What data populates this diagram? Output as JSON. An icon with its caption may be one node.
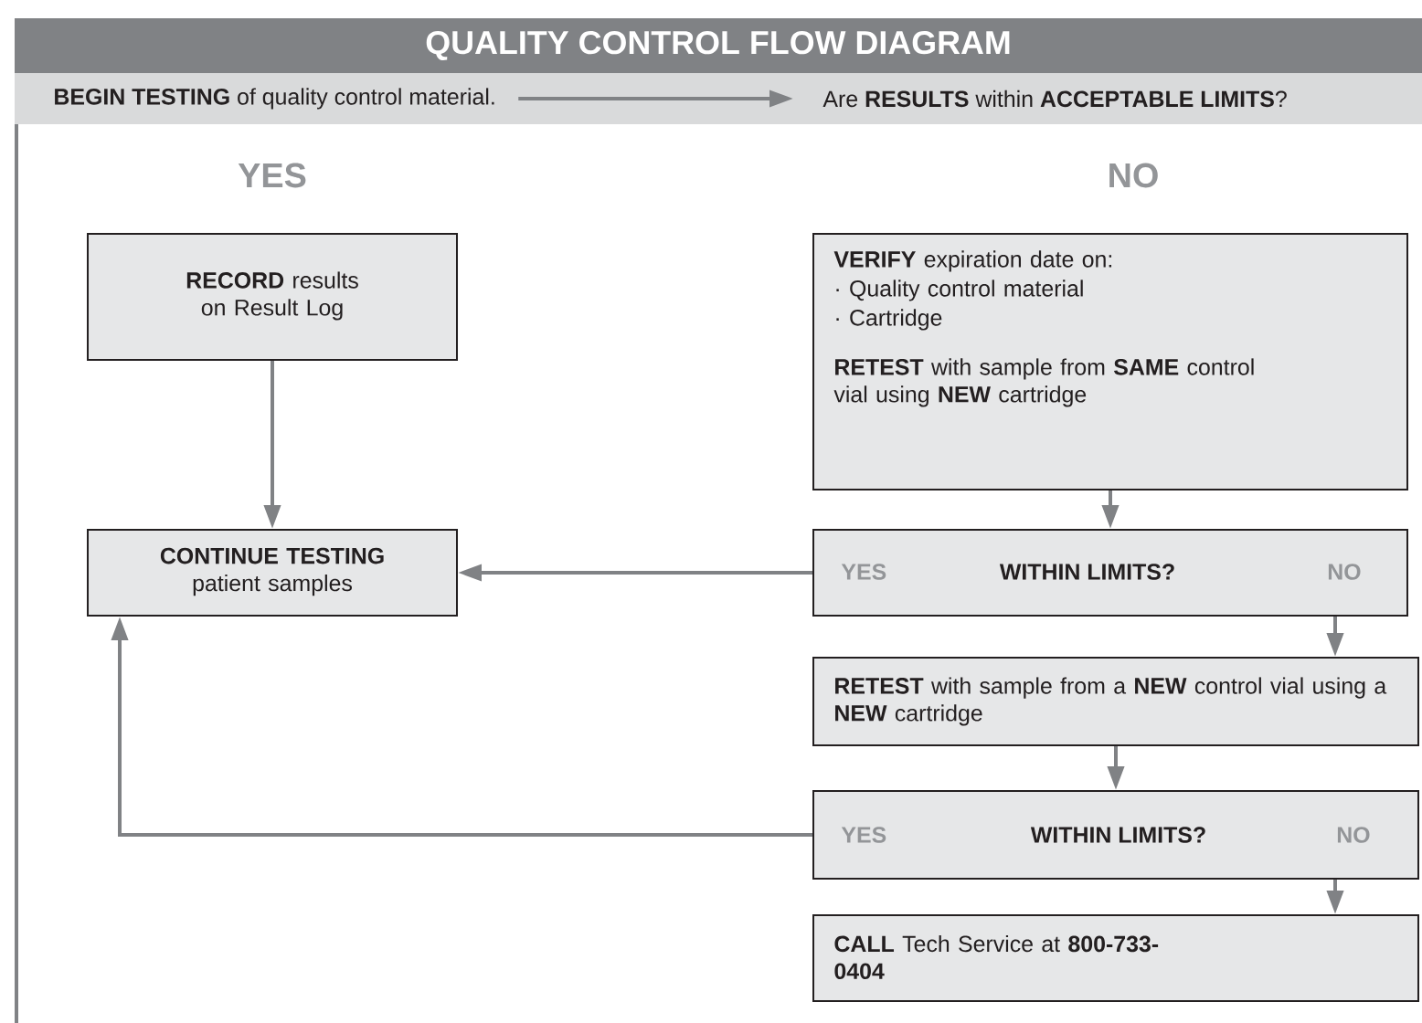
{
  "diagram": {
    "title": "QUALITY CONTROL FLOW DIAGRAM",
    "nodes": [
      {
        "text": [
          "**BEGIN TESTING** of quality control material."
        ]
      },
      {
        "text": [
          "Are **RESULTS** within **ACCEPTABLE LIMITS**?"
        ]
      },
      {
        "text": [
          "**RECORD** results on Result Log"
        ]
      },
      {
        "text": [
          "**CONTINUE TESTING** patient samples"
        ]
      },
      {
        "text": [
          "**VERIFY** expiration date on:",
          "· Quality control material",
          "· Cartridge",
          "**RETEST** with sample from **SAME** control vial using **NEW** cartridge"
        ]
      },
      {
        "text": [
          "YES",
          "WITHIN LIMITS?",
          "NO"
        ]
      },
      {
        "text": [
          "**RETEST** with sample from a **NEW** control vial using a **NEW** cartridge"
        ]
      },
      {
        "text": [
          "YES",
          "WITHIN LIMITS?",
          "NO"
        ]
      },
      {
        "text": [
          "**CALL** Tech Service at **800-733-0404**"
        ]
      }
    ],
    "edges": [
      {
        "from": 0,
        "to": 1,
        "arrow": "to"
      },
      {
        "from": 2,
        "to": 3,
        "arrow": "to"
      },
      {
        "from": 4,
        "to": 5,
        "arrow": "to"
      },
      {
        "from": 5,
        "to": 3,
        "arrow": "to"
      },
      {
        "from": 5,
        "to": 6,
        "arrow": "to"
      },
      {
        "from": 6,
        "to": 7,
        "arrow": "to"
      },
      {
        "from": 7,
        "to": 3,
        "arrow": "to"
      },
      {
        "from": 7,
        "to": 8,
        "arrow": "to"
      }
    ],
    "labels": [
      "YES",
      "NO"
    ]
  }
}
